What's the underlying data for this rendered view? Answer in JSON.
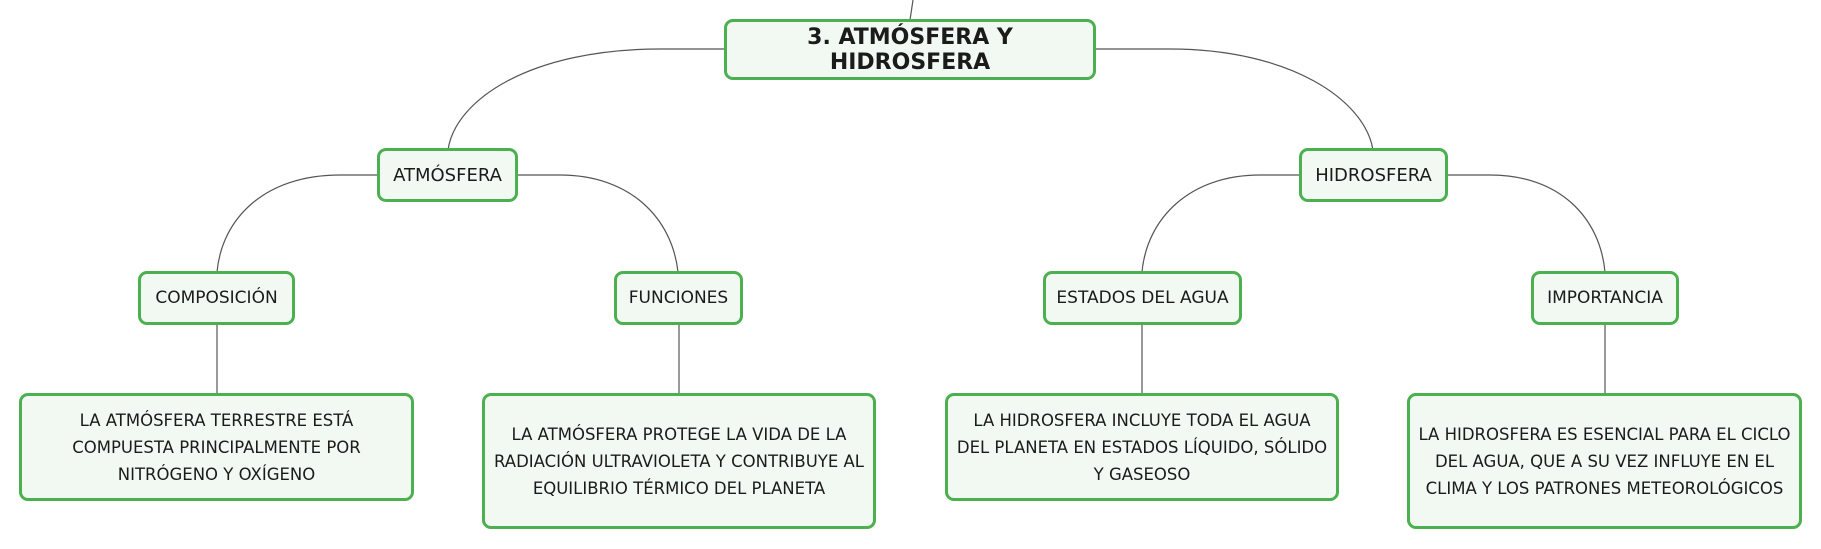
{
  "mindmap": {
    "root": {
      "label": "3. ATMÓSFERA Y HIDROSFERA"
    },
    "atmosfera": {
      "label": "ATMÓSFERA",
      "composicion": {
        "label": "COMPOSICIÓN",
        "text": "LA ATMÓSFERA TERRESTRE ESTÁ COMPUESTA PRINCIPALMENTE POR NITRÓGENO Y OXÍGENO"
      },
      "funciones": {
        "label": "FUNCIONES",
        "text": "LA ATMÓSFERA PROTEGE LA VIDA DE LA RADIACIÓN ULTRAVIOLETA Y CONTRIBUYE AL EQUILIBRIO TÉRMICO DEL PLANETA"
      }
    },
    "hidrosfera": {
      "label": "HIDROSFERA",
      "estados": {
        "label": "ESTADOS DEL AGUA",
        "text": "LA HIDROSFERA INCLUYE TODA EL AGUA DEL PLANETA EN ESTADOS LÍQUIDO, SÓLIDO Y GASEOSO"
      },
      "importancia": {
        "label": "IMPORTANCIA",
        "text": "LA HIDROSFERA ES ESENCIAL PARA EL CICLO DEL AGUA, QUE A SU VEZ INFLUYE EN EL CLIMA Y LOS PATRONES METEOROLÓGICOS"
      }
    }
  },
  "colors": {
    "node_border": "#4caf50",
    "node_fill": "#f1f9f2",
    "edge": "#555555"
  }
}
